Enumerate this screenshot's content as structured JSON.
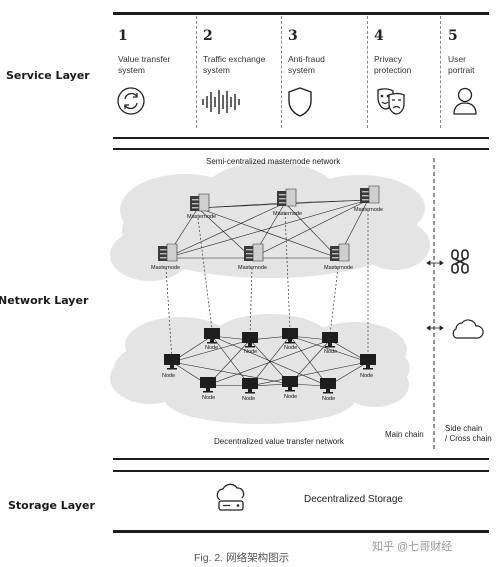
{
  "layers": {
    "service": "Service Layer",
    "network": "Network Layer",
    "storage": "Storage Layer"
  },
  "services": [
    {
      "num": "1",
      "label1": "Value transfer",
      "label2": "system",
      "icon": "refresh-icon"
    },
    {
      "num": "2",
      "label1": "Traffic exchange",
      "label2": "system",
      "icon": "waveform-icon"
    },
    {
      "num": "3",
      "label1": "Anti-fraud",
      "label2": "system",
      "icon": "shield-icon"
    },
    {
      "num": "4",
      "label1": "Privacy",
      "label2": "protection",
      "icon": "masks-icon"
    },
    {
      "num": "5",
      "label1": "User",
      "label2": "portrait",
      "icon": "user-icon"
    }
  ],
  "network": {
    "masternode_network_title": "Semi-centralized masternode network",
    "value_network_title": "Decentralized value transfer network",
    "masternode_label": "Masternode",
    "node_label": "Node",
    "main_chain": "Main chain",
    "side_chain_line1": "Side chain",
    "side_chain_line2": "/ Cross chain"
  },
  "storage": {
    "label": "Decentralized Storage",
    "icon": "cloud-storage-icon"
  },
  "caption": "Fig. 2. 网络架构图示",
  "watermark": "知乎 @七哥财经",
  "colors": {
    "rule": "#1d1d1d",
    "cloud": "#e4e4e4",
    "caption": "#555555"
  }
}
